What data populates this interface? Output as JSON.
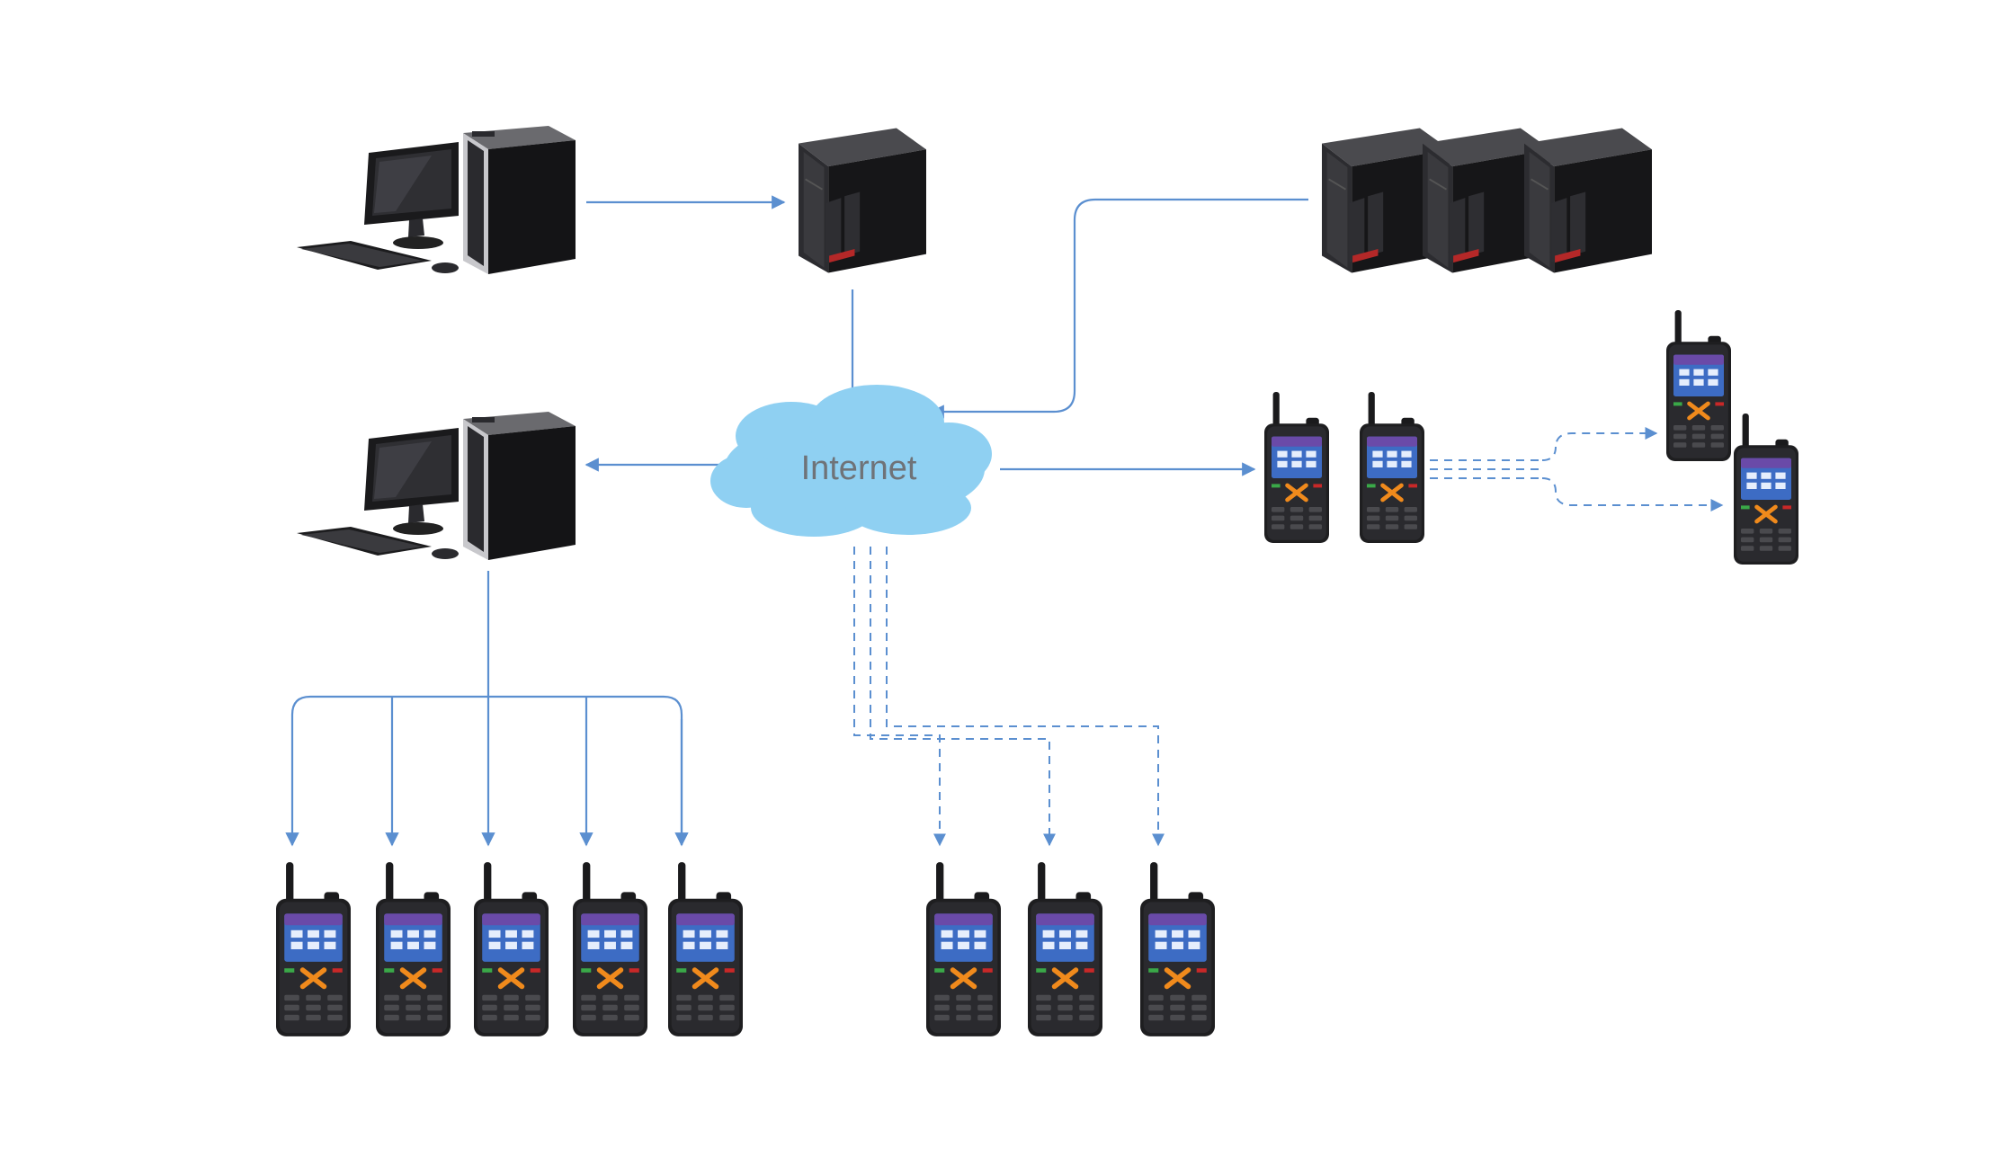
{
  "diagram": {
    "cloud_label": "Internet",
    "colors": {
      "connector": "#5b8fd0",
      "cloud": "#8fd0f2",
      "device_dark": "#1e1e20",
      "keypad_orange": "#f08a1c",
      "screen": "#3d6cc4"
    },
    "nodes": [
      {
        "id": "pc-top",
        "kind": "desktop-computer",
        "icon": "desktop-computer-icon"
      },
      {
        "id": "pc-left",
        "kind": "desktop-computer",
        "icon": "desktop-computer-icon"
      },
      {
        "id": "server-single",
        "kind": "server",
        "icon": "server-tower-icon"
      },
      {
        "id": "server-cluster",
        "kind": "server-cluster",
        "icon": "server-tower-icon"
      },
      {
        "id": "internet",
        "kind": "cloud",
        "icon": "cloud-icon"
      },
      {
        "id": "radio-group-left",
        "kind": "radio-group",
        "count": 5,
        "icon": "walkie-talkie-icon"
      },
      {
        "id": "radio-group-middle",
        "kind": "radio-group",
        "count": 3,
        "icon": "walkie-talkie-icon"
      },
      {
        "id": "radio-pair-right",
        "kind": "radio-group",
        "count": 2,
        "icon": "walkie-talkie-icon"
      },
      {
        "id": "radio-far-right",
        "kind": "radio-group",
        "count": 2,
        "icon": "walkie-talkie-icon"
      }
    ],
    "edges": [
      {
        "from": "pc-top",
        "to": "server-single",
        "style": "solid"
      },
      {
        "from": "server-single",
        "to": "internet",
        "style": "solid"
      },
      {
        "from": "server-cluster",
        "to": "internet",
        "style": "solid"
      },
      {
        "from": "internet",
        "to": "pc-left",
        "style": "solid"
      },
      {
        "from": "internet",
        "to": "radio-pair-right",
        "style": "solid"
      },
      {
        "from": "pc-left",
        "to": "radio-group-left",
        "style": "solid"
      },
      {
        "from": "internet",
        "to": "radio-group-middle",
        "style": "dashed"
      },
      {
        "from": "radio-pair-right",
        "to": "radio-far-right",
        "style": "dashed"
      }
    ]
  }
}
